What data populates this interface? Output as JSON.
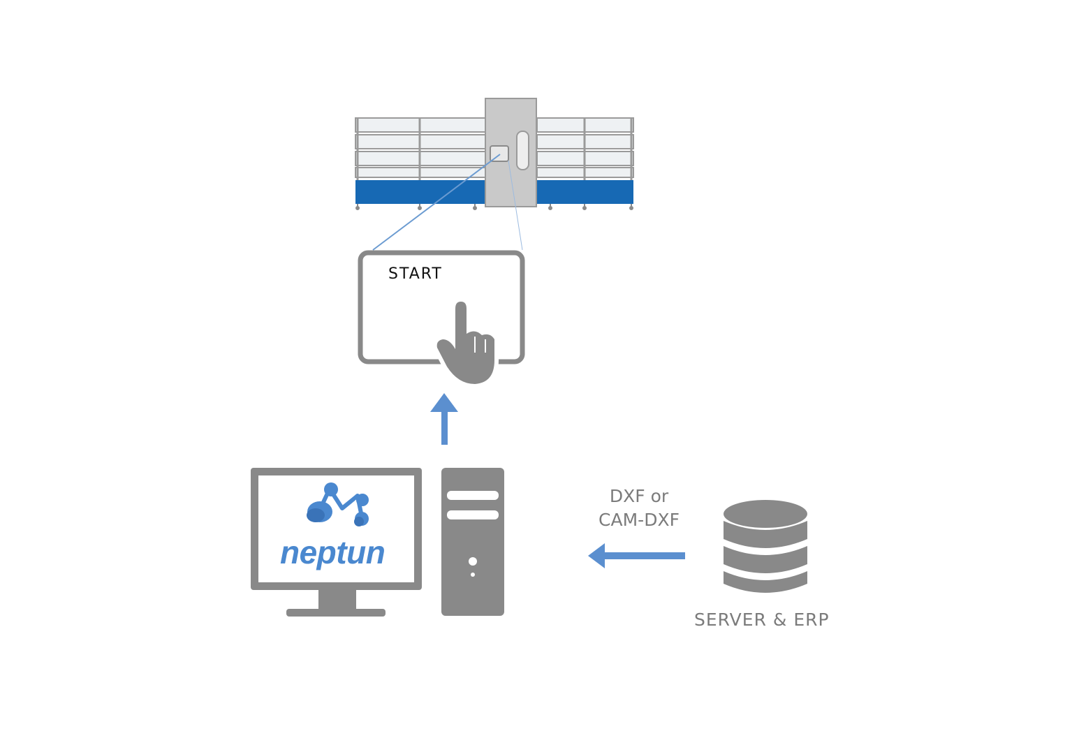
{
  "touchscreen": {
    "label": "START"
  },
  "monitor": {
    "logo_text": "neptun"
  },
  "data_transfer": {
    "line1": "DXF or",
    "line2": "CAM-DXF"
  },
  "server": {
    "label": "SERVER & ERP"
  },
  "colors": {
    "gray": "#898989",
    "dark_gray": "#7f7f7f",
    "machine_blue": "#1769b4",
    "arrow_blue": "#5b8fcf",
    "logo_blue": "#4a88cf"
  },
  "icons": [
    "glass-machine-icon",
    "touchscreen-icon",
    "pointing-hand-icon",
    "up-arrow-icon",
    "monitor-icon",
    "neptun-logo-icon",
    "pc-tower-icon",
    "left-arrow-icon",
    "database-icon"
  ]
}
